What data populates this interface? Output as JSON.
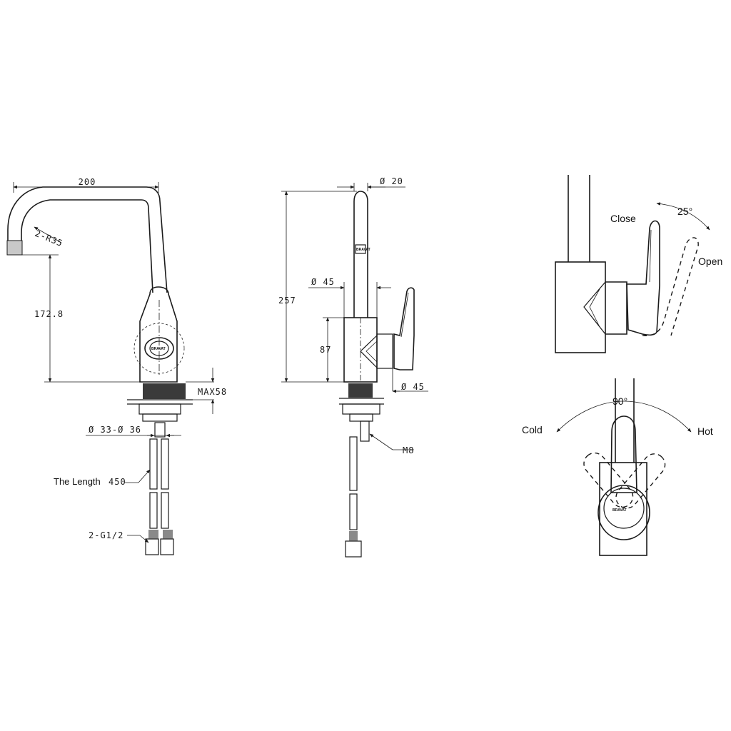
{
  "front_view": {
    "spout_reach": "200",
    "spout_radius": "2-R35",
    "spout_height": "172.8",
    "deck_thickness": "MAX58",
    "mount_hole": "Ø 33-Ø 36",
    "hose_length_label": "The Length",
    "hose_length_value": "450",
    "connector": "2-G1/2",
    "brand": "BRAVAT"
  },
  "side_view": {
    "spout_diameter": "Ø 20",
    "total_height": "257",
    "body_diameter_top": "Ø 45",
    "body_height": "87",
    "body_diameter_bottom": "Ø 45",
    "stud_thread": "M8",
    "brand": "BRAVAT"
  },
  "lever_side_view": {
    "close_label": "Close",
    "open_label": "Open",
    "lever_angle": "25°"
  },
  "lever_top_view": {
    "rotation_angle": "90°",
    "cold_label": "Cold",
    "hot_label": "Hot",
    "brand": "BRAVAT"
  }
}
